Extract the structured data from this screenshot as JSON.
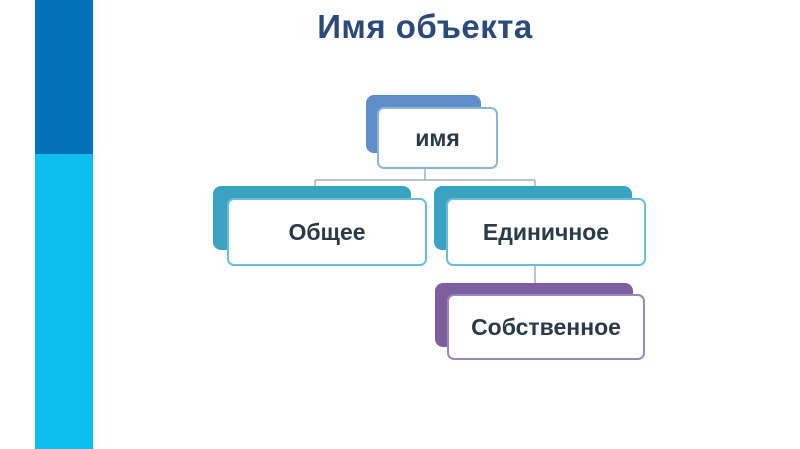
{
  "slide": {
    "title": "Имя объекта"
  },
  "diagram": {
    "root": {
      "label": "имя"
    },
    "children": [
      {
        "label": "Общее"
      },
      {
        "label": "Единичное"
      }
    ],
    "grandchild": {
      "label": "Собственное"
    }
  },
  "colors": {
    "sidebar_dark": "#0070b8",
    "sidebar_light": "#0ebef0",
    "title": "#2a4a7a",
    "root_accent": "#5f8dc8",
    "child_accent": "#3aa3c1",
    "grandchild_accent": "#7d5fa0"
  }
}
